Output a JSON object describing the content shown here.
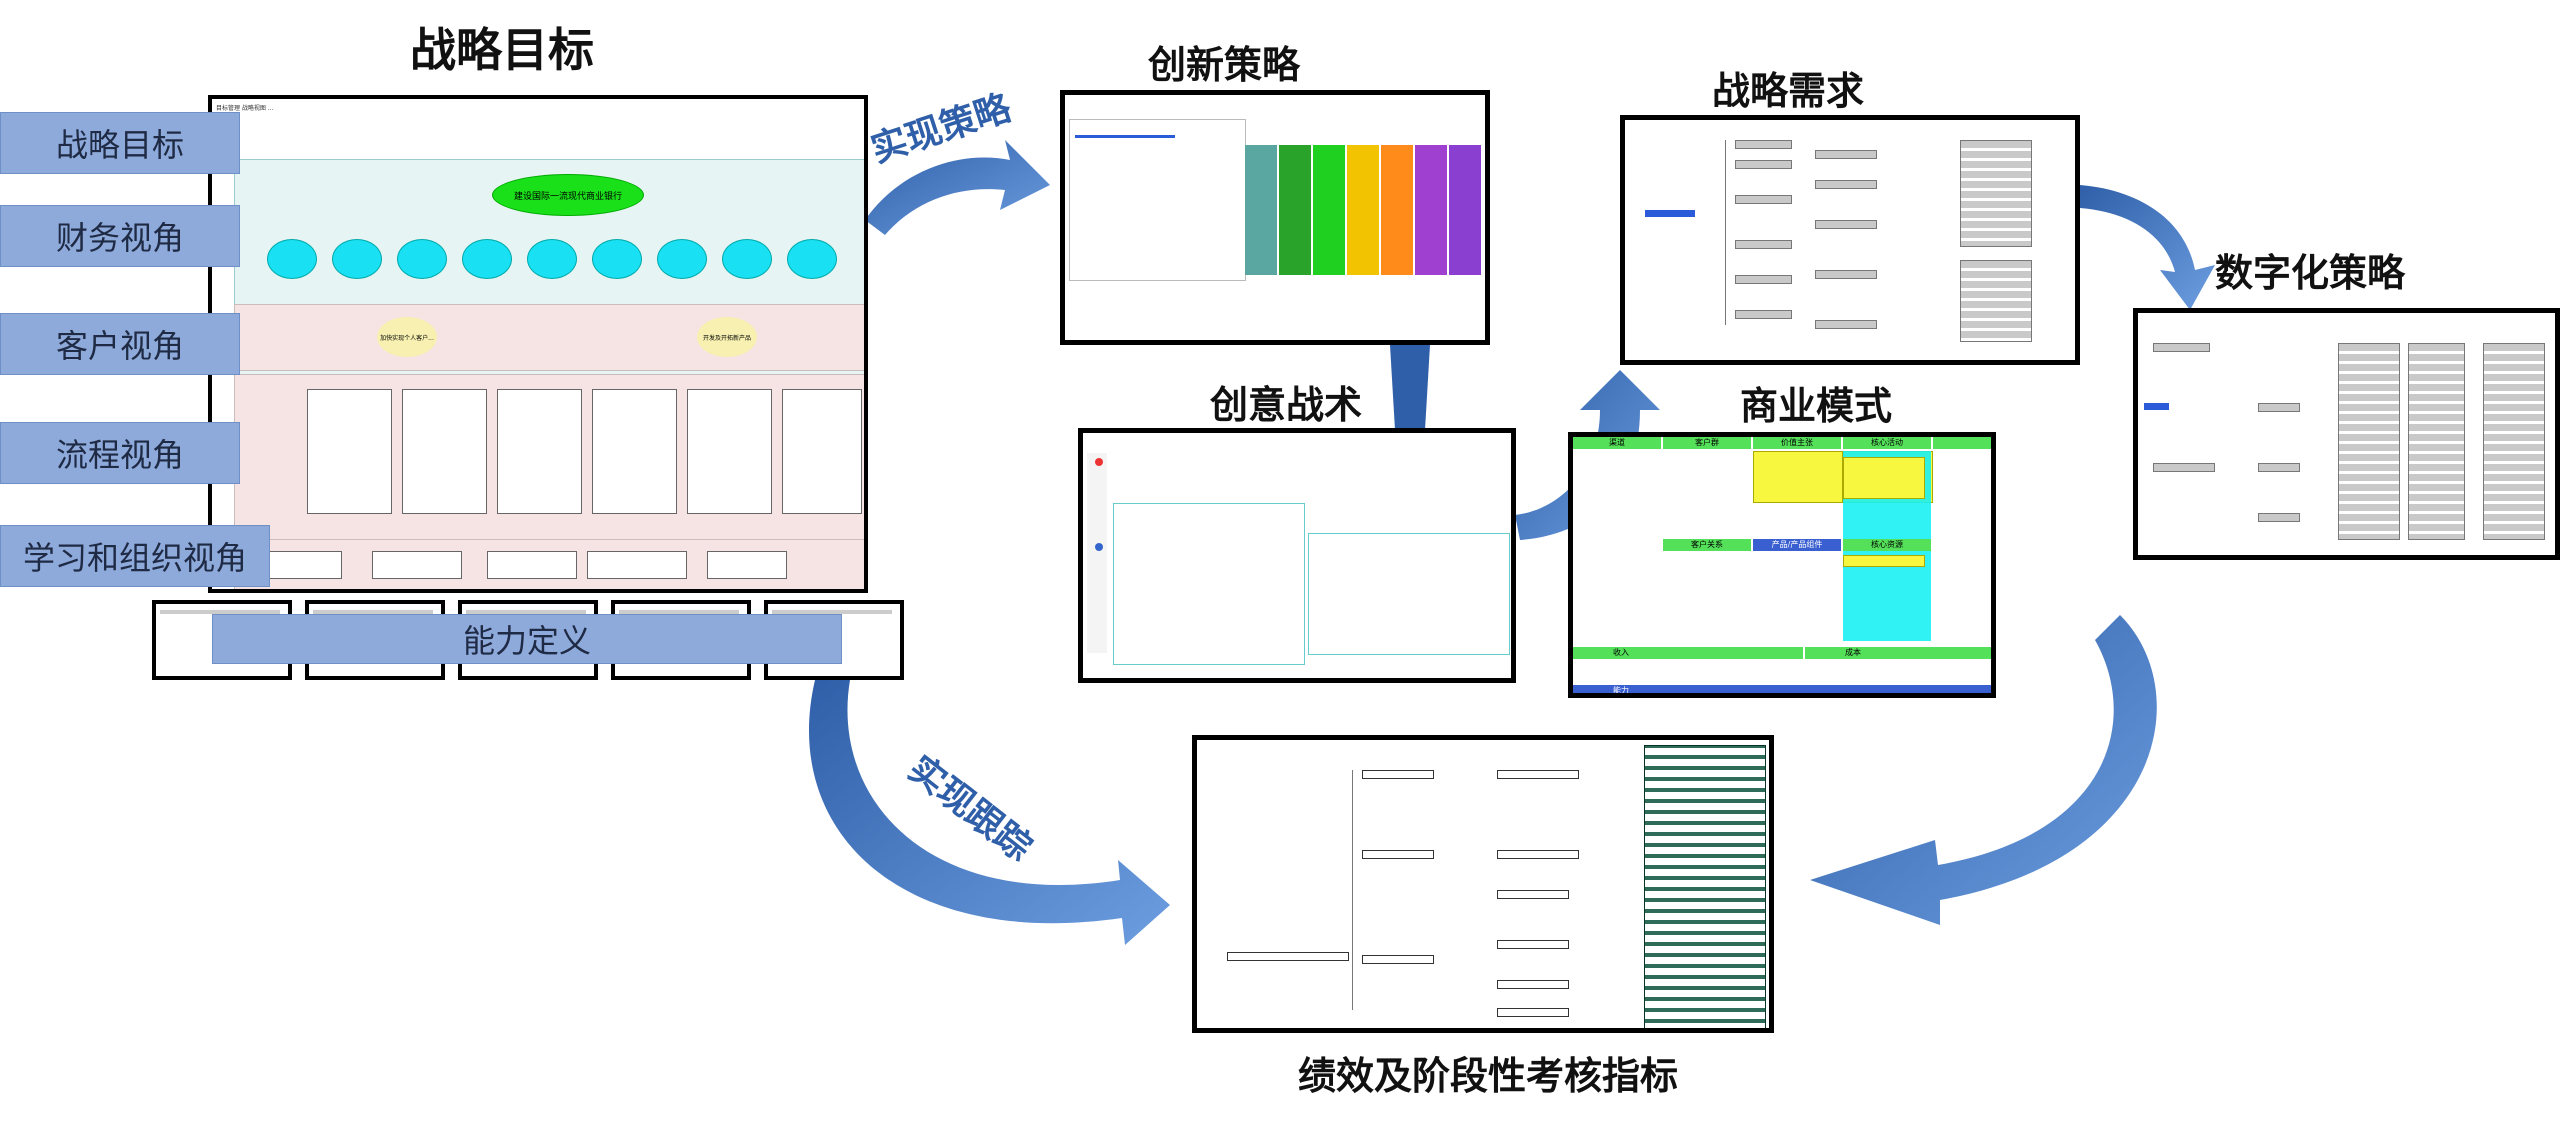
{
  "titles": {
    "strategic_goal": "战略目标",
    "innovation_strategy": "创新策略",
    "strategic_demand": "战略需求",
    "digital_strategy": "数字化策略",
    "creative_tactics": "创意战术",
    "business_model": "商业模式",
    "performance_indicators": "绩效及阶段性考核指标"
  },
  "perspectives": [
    "战略目标",
    "财务视角",
    "客户视角",
    "流程视角",
    "学习和组织视角"
  ],
  "ability_definition": "能力定义",
  "arrow_labels": {
    "realize_strategy": "实现策略",
    "realize_tracking": "实现跟踪"
  },
  "goal_screenshot": {
    "center_goal": "建设国际一流现代商业银行",
    "customer_items": [
      "加快实现个人客户...",
      "开发及开拓新产品"
    ]
  },
  "business_model_screenshot": {
    "headers": [
      "渠道",
      "客户群",
      "价值主张",
      "核心活动"
    ],
    "lower_headers": [
      "客户关系",
      "产品/产品组件",
      "核心资源"
    ],
    "bottom_headers": [
      "收入",
      "成本"
    ],
    "footer": "能力"
  },
  "colors": {
    "arrow_blue": "#4a7fc9",
    "perspective_fill": "#8eaadb",
    "ellipse_green": "#19e019",
    "ellipse_cyan": "#19e0f2",
    "goal_bg_top": "#e6f4f4",
    "goal_bg_mid": "#f6e3e3"
  }
}
